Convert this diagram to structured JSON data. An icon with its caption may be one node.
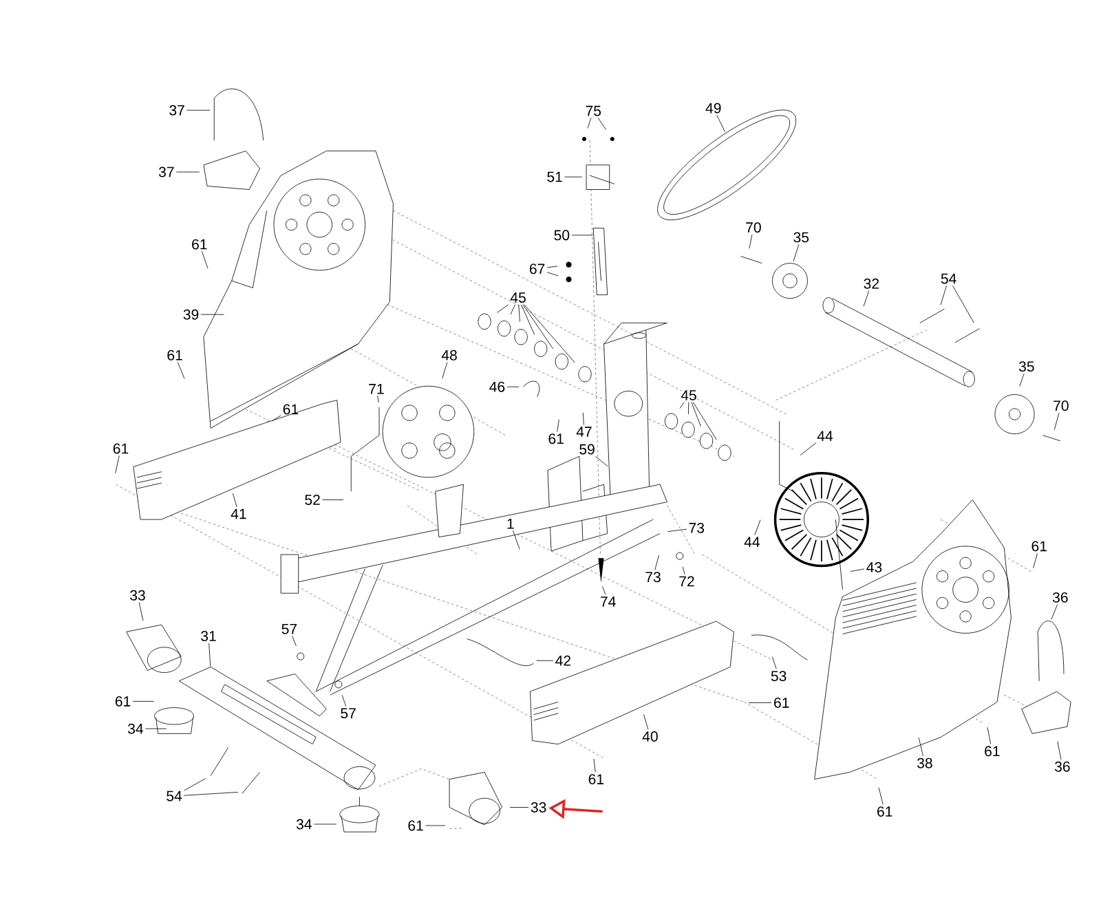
{
  "diagram": {
    "nodes": [
      {
        "text": [
          "37"
        ]
      },
      {
        "text": [
          "37"
        ]
      },
      {
        "text": [
          "61"
        ]
      },
      {
        "text": [
          "39"
        ]
      },
      {
        "text": [
          "61"
        ]
      },
      {
        "text": [
          "61"
        ]
      },
      {
        "text": [
          "61"
        ]
      },
      {
        "text": [
          "41"
        ]
      },
      {
        "text": [
          "75"
        ]
      },
      {
        "text": [
          "49"
        ]
      },
      {
        "text": [
          "51"
        ]
      },
      {
        "text": [
          "50"
        ]
      },
      {
        "text": [
          "70"
        ]
      },
      {
        "text": [
          "35"
        ]
      },
      {
        "text": [
          "67"
        ]
      },
      {
        "text": [
          "54"
        ]
      },
      {
        "text": [
          "32"
        ]
      },
      {
        "text": [
          "45"
        ]
      },
      {
        "text": [
          "48"
        ]
      },
      {
        "text": [
          "35"
        ]
      },
      {
        "text": [
          "46"
        ]
      },
      {
        "text": [
          "71"
        ]
      },
      {
        "text": [
          "45"
        ]
      },
      {
        "text": [
          "70"
        ]
      },
      {
        "text": [
          "61"
        ]
      },
      {
        "text": [
          "47"
        ]
      },
      {
        "text": [
          "44"
        ]
      },
      {
        "text": [
          "59"
        ]
      },
      {
        "text": [
          "52"
        ]
      },
      {
        "text": [
          "1"
        ]
      },
      {
        "text": [
          "73"
        ]
      },
      {
        "text": [
          "44"
        ]
      },
      {
        "text": [
          "61"
        ]
      },
      {
        "text": [
          "43"
        ]
      },
      {
        "text": [
          "73"
        ]
      },
      {
        "text": [
          "72"
        ]
      },
      {
        "text": [
          "33"
        ]
      },
      {
        "text": [
          "36"
        ]
      },
      {
        "text": [
          "74"
        ]
      },
      {
        "text": [
          "57"
        ]
      },
      {
        "text": [
          "31"
        ]
      },
      {
        "text": [
          "42"
        ]
      },
      {
        "text": [
          "53"
        ]
      },
      {
        "text": [
          "61"
        ]
      },
      {
        "text": [
          "61"
        ]
      },
      {
        "text": [
          "57"
        ]
      },
      {
        "text": [
          "34"
        ]
      },
      {
        "text": [
          "40"
        ]
      },
      {
        "text": [
          "61"
        ]
      },
      {
        "text": [
          "38"
        ]
      },
      {
        "text": [
          "36"
        ]
      },
      {
        "text": [
          "61"
        ]
      },
      {
        "text": [
          "54"
        ]
      },
      {
        "text": [
          "61"
        ]
      },
      {
        "text": [
          "34"
        ]
      },
      {
        "text": [
          "61"
        ]
      },
      {
        "text": [
          "33"
        ]
      }
    ],
    "edges": [
      {
        "from": 0,
        "to": null,
        "arrow": "none"
      },
      {
        "from": 1,
        "to": null,
        "arrow": "none"
      },
      {
        "from": 2,
        "to": null,
        "arrow": "none"
      },
      {
        "from": 3,
        "to": null,
        "arrow": "none"
      },
      {
        "from": 4,
        "to": null,
        "arrow": "none"
      },
      {
        "from": 5,
        "to": null,
        "arrow": "none"
      },
      {
        "from": 6,
        "to": null,
        "arrow": "none"
      },
      {
        "from": 7,
        "to": null,
        "arrow": "none"
      },
      {
        "from": 8,
        "to": null,
        "arrow": "none"
      },
      {
        "from": 8,
        "to": null,
        "arrow": "none"
      },
      {
        "from": 9,
        "to": null,
        "arrow": "none"
      },
      {
        "from": 10,
        "to": null,
        "arrow": "none"
      },
      {
        "from": 11,
        "to": null,
        "arrow": "none"
      },
      {
        "from": 12,
        "to": null,
        "arrow": "none"
      },
      {
        "from": 13,
        "to": null,
        "arrow": "none"
      },
      {
        "from": 14,
        "to": null,
        "arrow": "none"
      },
      {
        "from": 14,
        "to": null,
        "arrow": "none"
      },
      {
        "from": 15,
        "to": null,
        "arrow": "none"
      },
      {
        "from": 15,
        "to": null,
        "arrow": "none"
      },
      {
        "from": 16,
        "to": null,
        "arrow": "none"
      },
      {
        "from": 17,
        "to": null,
        "arrow": "none"
      },
      {
        "from": 17,
        "to": null,
        "arrow": "none"
      },
      {
        "from": 17,
        "to": null,
        "arrow": "none"
      },
      {
        "from": 17,
        "to": null,
        "arrow": "none"
      },
      {
        "from": 17,
        "to": null,
        "arrow": "none"
      },
      {
        "from": 17,
        "to": null,
        "arrow": "none"
      },
      {
        "from": 18,
        "to": null,
        "arrow": "none"
      },
      {
        "from": 19,
        "to": null,
        "arrow": "none"
      },
      {
        "from": 20,
        "to": null,
        "arrow": "none"
      },
      {
        "from": 21,
        "to": null,
        "arrow": "none"
      },
      {
        "from": 22,
        "to": null,
        "arrow": "none"
      },
      {
        "from": 22,
        "to": null,
        "arrow": "none"
      },
      {
        "from": 22,
        "to": null,
        "arrow": "none"
      },
      {
        "from": 22,
        "to": null,
        "arrow": "none"
      },
      {
        "from": 23,
        "to": null,
        "arrow": "none"
      },
      {
        "from": 24,
        "to": null,
        "arrow": "none"
      },
      {
        "from": 25,
        "to": null,
        "arrow": "none"
      },
      {
        "from": 26,
        "to": null,
        "arrow": "none"
      },
      {
        "from": 27,
        "to": null,
        "arrow": "none"
      },
      {
        "from": 28,
        "to": null,
        "arrow": "none"
      },
      {
        "from": 29,
        "to": null,
        "arrow": "none"
      },
      {
        "from": 30,
        "to": null,
        "arrow": "none"
      },
      {
        "from": 31,
        "to": null,
        "arrow": "none"
      },
      {
        "from": 32,
        "to": null,
        "arrow": "none"
      },
      {
        "from": 33,
        "to": null,
        "arrow": "none"
      },
      {
        "from": 34,
        "to": null,
        "arrow": "none"
      },
      {
        "from": 35,
        "to": null,
        "arrow": "none"
      },
      {
        "from": 36,
        "to": null,
        "arrow": "none"
      },
      {
        "from": 37,
        "to": null,
        "arrow": "none"
      },
      {
        "from": 38,
        "to": null,
        "arrow": "none"
      },
      {
        "from": 39,
        "to": null,
        "arrow": "none"
      },
      {
        "from": 40,
        "to": null,
        "arrow": "none"
      },
      {
        "from": 41,
        "to": null,
        "arrow": "none"
      },
      {
        "from": 42,
        "to": null,
        "arrow": "none"
      },
      {
        "from": 43,
        "to": null,
        "arrow": "none"
      },
      {
        "from": 44,
        "to": null,
        "arrow": "none"
      },
      {
        "from": 45,
        "to": null,
        "arrow": "none"
      },
      {
        "from": 46,
        "to": null,
        "arrow": "none"
      },
      {
        "from": 47,
        "to": null,
        "arrow": "none"
      },
      {
        "from": 48,
        "to": null,
        "arrow": "none"
      },
      {
        "from": 49,
        "to": null,
        "arrow": "none"
      },
      {
        "from": 50,
        "to": null,
        "arrow": "none"
      },
      {
        "from": 51,
        "to": null,
        "arrow": "none"
      },
      {
        "from": 52,
        "to": null,
        "arrow": "none"
      },
      {
        "from": 52,
        "to": null,
        "arrow": "none"
      },
      {
        "from": 53,
        "to": null,
        "arrow": "none"
      },
      {
        "from": 54,
        "to": null,
        "arrow": "none"
      },
      {
        "from": 55,
        "to": null,
        "arrow": "none"
      },
      {
        "from": 56,
        "to": null,
        "arrow": "none"
      },
      {
        "from": null,
        "to": 56,
        "arrow": "to",
        "style": "thick",
        "color": "#e02424"
      }
    ]
  }
}
